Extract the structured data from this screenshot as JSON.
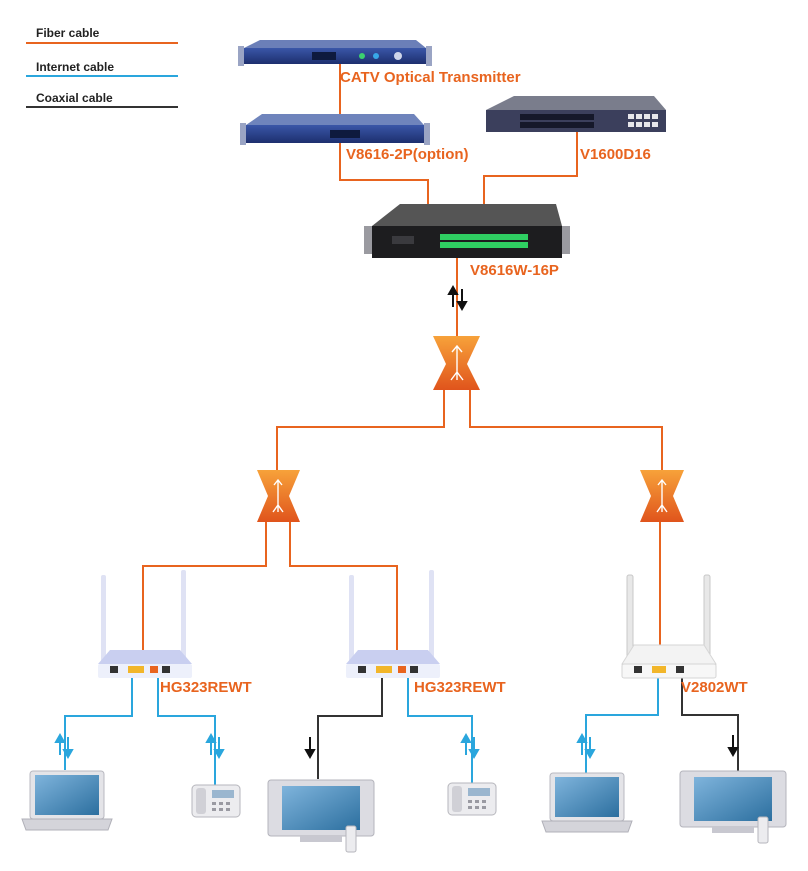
{
  "legend": {
    "fiber": "Fiber cable",
    "internet": "Internet cable",
    "coax": "Coaxial cable"
  },
  "devices": {
    "catv": "CATV Optical Transmitter",
    "v8616_2p": "V8616-2P(option)",
    "v1600d16": "V1600D16",
    "v8616w": "V8616W-16P",
    "hg323_left": "HG323REWT",
    "hg323_right": "HG323REWT",
    "v2802wt": "V2802WT"
  },
  "colors": {
    "fiber": "#e8641f",
    "internet": "#2aa6dd",
    "coax": "#333333",
    "label": "#e8641f"
  },
  "icons": [
    "arrow-up-down-icon",
    "splitter-icon",
    "antenna-icon",
    "laptop-icon",
    "phone-icon",
    "monitor-icon"
  ]
}
